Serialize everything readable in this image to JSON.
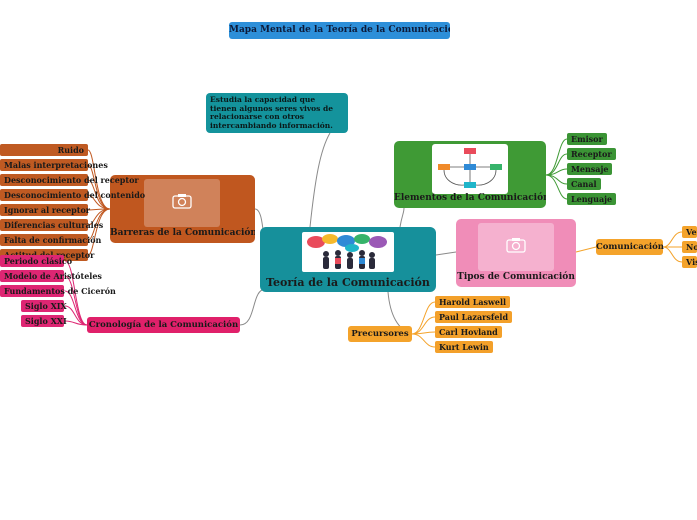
{
  "title": "Mapa Mental de la Teoría de la Comunicación",
  "description": "Estudia la capacidad que tienen algunos seres vivos de relacionarse con otros intercambiando información.",
  "central": {
    "label": "Teoría de la Comunicación",
    "image_icon": "people-speech-bubbles-image"
  },
  "barreras": {
    "label": "Barreras de la Comunicación",
    "image_icon": "camera-icon",
    "items": [
      "Ruido",
      "Malas interpretaciones",
      "Desconocimiento del receptor",
      "Desconocimiento del contenido",
      "Ignorar al receptor",
      "Diferencias culturales",
      "Falta de confirmación",
      "Actitud del receptor"
    ]
  },
  "elementos": {
    "label": "Elementos de la Comunicación",
    "image_icon": "communication-diagram-image",
    "items": [
      "Emisor",
      "Receptor",
      "Mensaje",
      "Canal",
      "Lenguaje"
    ]
  },
  "tipos": {
    "label": "Tipos de Comunicación",
    "image_icon": "camera-icon",
    "sub_label": "Comunicación",
    "items": [
      "Verbal",
      "No verbal",
      "Visual"
    ]
  },
  "cronologia": {
    "label": "Cronología de la Comunicación",
    "items": [
      "Periodo clásico",
      "Modelo de Aristóteles",
      "Fundamentos de Cicerón",
      "Siglo XIX",
      "Siglo XXI"
    ]
  },
  "precursores": {
    "label": "Precursores",
    "items": [
      "Harold Laswell",
      "Paul Lazarsfeld",
      "Carl Hovland",
      "Kurt Lewin"
    ]
  },
  "colors": {
    "title": "#2d8fd9",
    "central": "#16909b",
    "barreras": "#c0571f",
    "barreras_item": "#bf5a22",
    "elementos": "#3f9a35",
    "elementos_item": "#3b9435",
    "tipos": "#f08db8",
    "tipos_item": "#f4a32b",
    "cronologia": "#e0206a",
    "cronologia_item": "#de2673",
    "precursores": "#f4a32b",
    "precursores_item": "#f3a02a"
  }
}
